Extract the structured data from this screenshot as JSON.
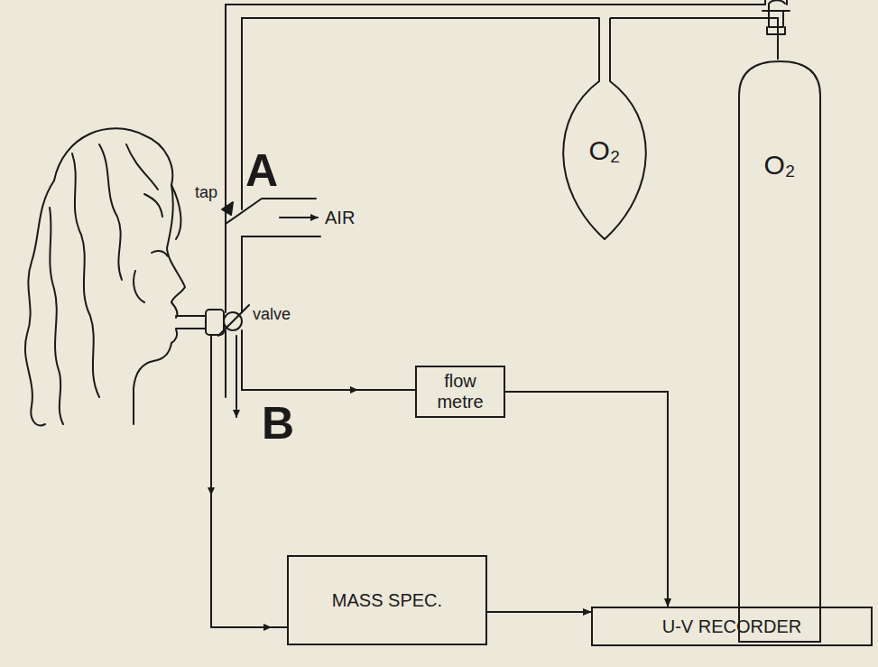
{
  "diagram": {
    "nodes": [
      {
        "text": [
          "O₂"
        ]
      },
      {
        "text": [
          "O₂"
        ]
      },
      {
        "text": [
          "flow metre"
        ]
      },
      {
        "text": [
          "MASS SPEC."
        ]
      },
      {
        "text": [
          "U-V RECORDER"
        ]
      }
    ],
    "edges": [
      {
        "from": 1,
        "to": 0,
        "arrow": "none"
      },
      {
        "from": 2,
        "to": 4,
        "arrow": "to"
      },
      {
        "from": 3,
        "to": 4,
        "arrow": "to"
      }
    ],
    "labels": [
      "A",
      "B",
      "tap",
      "AIR",
      "valve"
    ]
  }
}
